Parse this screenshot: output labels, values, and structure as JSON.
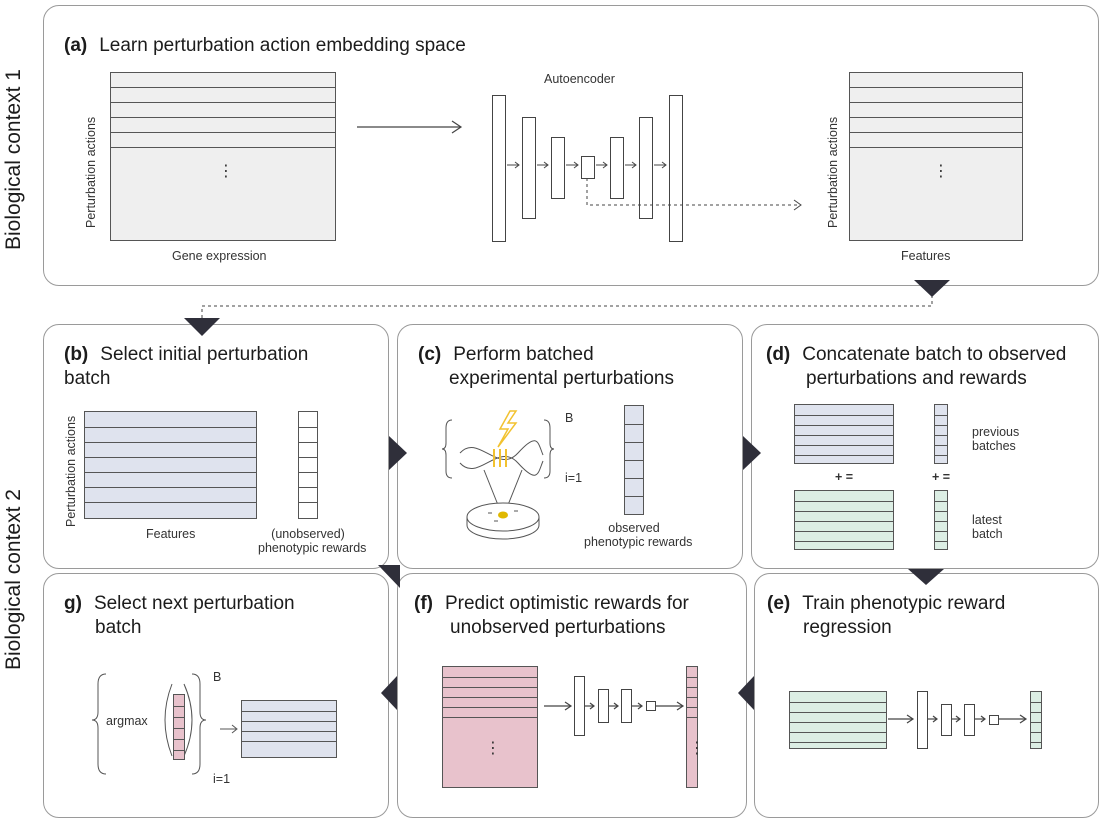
{
  "side_labels": {
    "context1": "Biological context 1",
    "context2": "Biological context 2"
  },
  "panel_a": {
    "label": "(a)",
    "title": "Learn perturbation action embedding space",
    "autoencoder": "Autoencoder",
    "left_ylabel": "Perturbation actions",
    "left_xlabel": "Gene expression",
    "right_ylabel": "Perturbation actions",
    "right_xlabel": "Features",
    "ellipsis": "⋮"
  },
  "panel_b": {
    "label": "(b)",
    "title_1": "Select initial perturbation",
    "title_2": "batch",
    "ylabel": "Perturbation actions",
    "xlabel": "Features",
    "rewards_1": "(unobserved)",
    "rewards_2": "phenotypic rewards"
  },
  "panel_c": {
    "label": "(c)",
    "title_1": "Perform batched",
    "title_2": "experimental perturbations",
    "sup": "B",
    "sub": "i=1",
    "rewards_1": "observed",
    "rewards_2": "phenotypic rewards"
  },
  "panel_d": {
    "label": "(d)",
    "title_1": "Concatenate batch to observed",
    "title_2": "perturbations and rewards",
    "plus1": "+ =",
    "plus2": "+ =",
    "prev_1": "previous",
    "prev_2": "batches",
    "latest_1": "latest",
    "latest_2": "batch"
  },
  "panel_e": {
    "label": "(e)",
    "title_1": "Train phenotypic reward",
    "title_2": "regression"
  },
  "panel_f": {
    "label": "(f)",
    "title_1": "Predict optimistic rewards for",
    "title_2": "unobserved perturbations",
    "ellipsis": "⋮"
  },
  "panel_g": {
    "label": "g)",
    "title_1": "Select next perturbation",
    "title_2": "batch",
    "argmax": "argmax",
    "sup": "B",
    "sub": "i=1"
  },
  "colors": {
    "gray": "#efefef",
    "blue": "#dfe3ee",
    "green": "#dceee4",
    "pink": "#e8c2cc",
    "arrowhead": "#2f2f3a",
    "lightning": "#f2c230"
  }
}
